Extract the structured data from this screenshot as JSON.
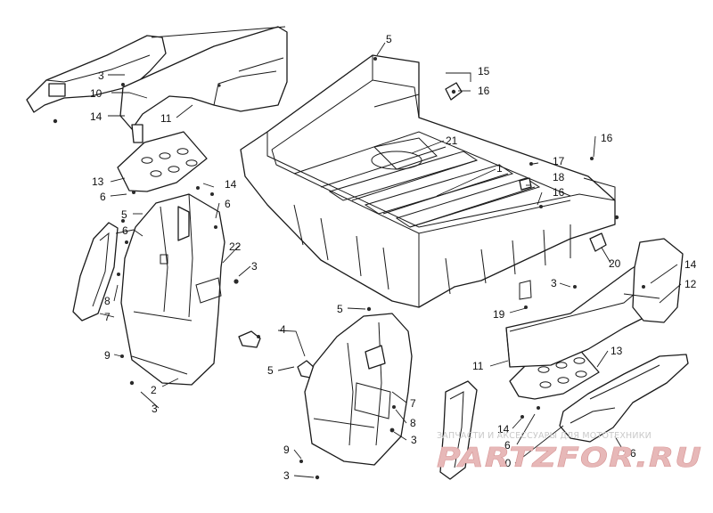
{
  "callouts": {
    "c1": "1",
    "c2": "2",
    "c3a": "3",
    "c3b": "3",
    "c3c": "3",
    "c3d": "3",
    "c3e": "3",
    "c3f": "3",
    "c4": "4",
    "c5a": "5",
    "c5b": "5",
    "c5c": "5",
    "c5d": "5",
    "c6a": "6",
    "c6b": "6",
    "c6c": "6",
    "c6d": "6",
    "c6e": "6",
    "c6f": "6",
    "c7a": "7",
    "c7b": "7",
    "c8a": "8",
    "c8b": "8",
    "c9a": "9",
    "c9b": "9",
    "c10a": "10",
    "c10b": "10",
    "c11a": "11",
    "c11b": "11",
    "c12": "12",
    "c13a": "13",
    "c13b": "13",
    "c14a": "14",
    "c14b": "14",
    "c14c": "14",
    "c14d": "14",
    "c15": "15",
    "c16a": "16",
    "c16b": "16",
    "c16c": "16",
    "c17": "17",
    "c18": "18",
    "c19": "19",
    "c20": "20",
    "c21": "21",
    "c22": "22"
  },
  "watermark": {
    "caption": "ЗАПЧАСТИ И АКСЕССУАРЫ ДЛЯ МОТОТЕХНИКИ",
    "site": "PARTZFOR.RU"
  },
  "colors": {
    "line": "#1a1a1a",
    "watermark": "#e7b8b8",
    "background": "#ffffff"
  }
}
